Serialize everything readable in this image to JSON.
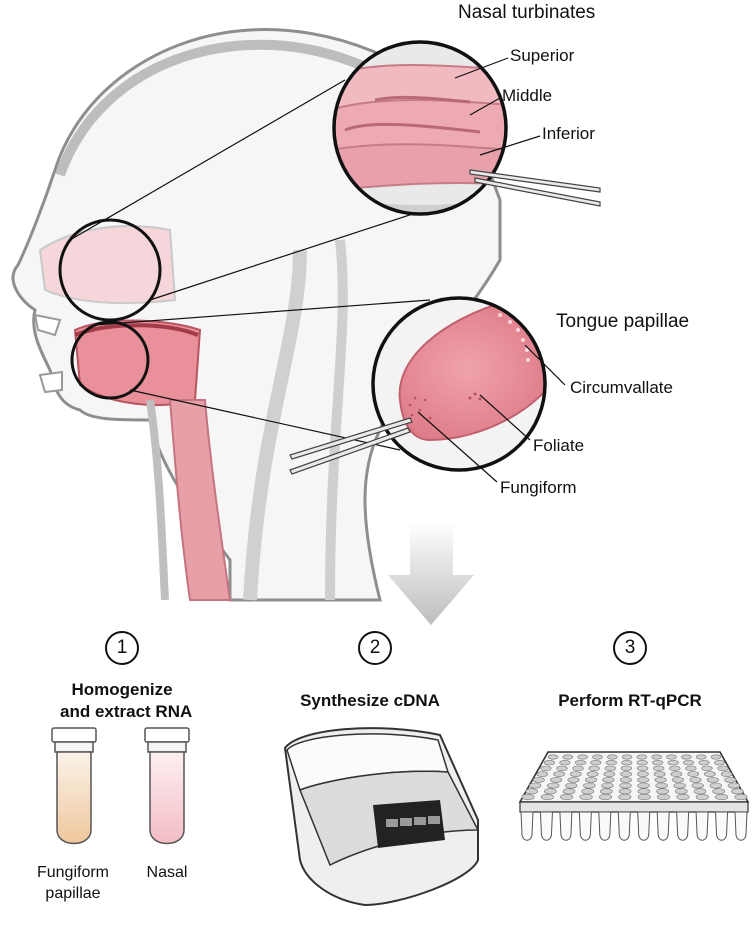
{
  "nasal": {
    "header": "Nasal turbinates",
    "superior": "Superior",
    "middle": "Middle",
    "inferior": "Inferior"
  },
  "tongue": {
    "header": "Tongue papillae",
    "circumvallate": "Circumvallate",
    "foliate": "Foliate",
    "fungiform": "Fungiform"
  },
  "steps": [
    {
      "number": "1",
      "title_line1": "Homogenize",
      "title_line2": "and extract RNA"
    },
    {
      "number": "2",
      "title_line1": "Synthesize cDNA"
    },
    {
      "number": "3",
      "title_line1": "Perform RT-qPCR"
    }
  ],
  "tubes": {
    "fungiform_line1": "Fungiform",
    "fungiform_line2": "papillae",
    "nasal": "Nasal"
  },
  "colors": {
    "tissue_pink": "#e9a3aa",
    "tissue_dark": "#d9767f",
    "head_fill": "#f4f4f4",
    "outline_gray": "#9a9a9a",
    "fungiform_sample": "#f2cfa6",
    "nasal_sample": "#f7cfd4",
    "arrow_gray": "#c8c8c8"
  }
}
